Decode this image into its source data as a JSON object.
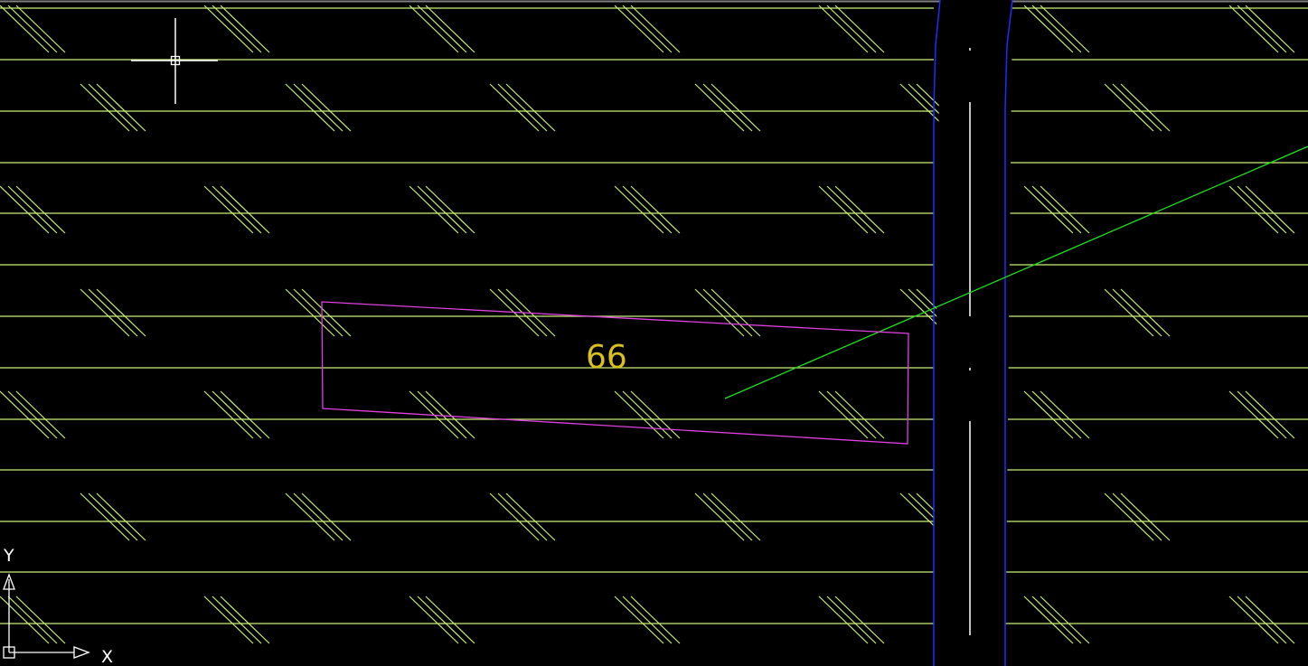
{
  "viewport": {
    "background": "#000000"
  },
  "colors": {
    "hatch": "#c8f07a",
    "grid": "#c8f07a",
    "road_edge": "#1e2cff",
    "road_centerline": "#ffffff",
    "boundary": "#e040e0",
    "label": "#d8c020",
    "survey_line": "#1ee01e",
    "crosshair": "#ffffff",
    "ucs": "#ffffff"
  },
  "lot": {
    "label": "66"
  },
  "ucs_icon": {
    "x_label": "X",
    "y_label": "Y",
    "icon": "ucs-axis-icon"
  },
  "cursor": {
    "icon": "crosshair-cursor-icon"
  }
}
